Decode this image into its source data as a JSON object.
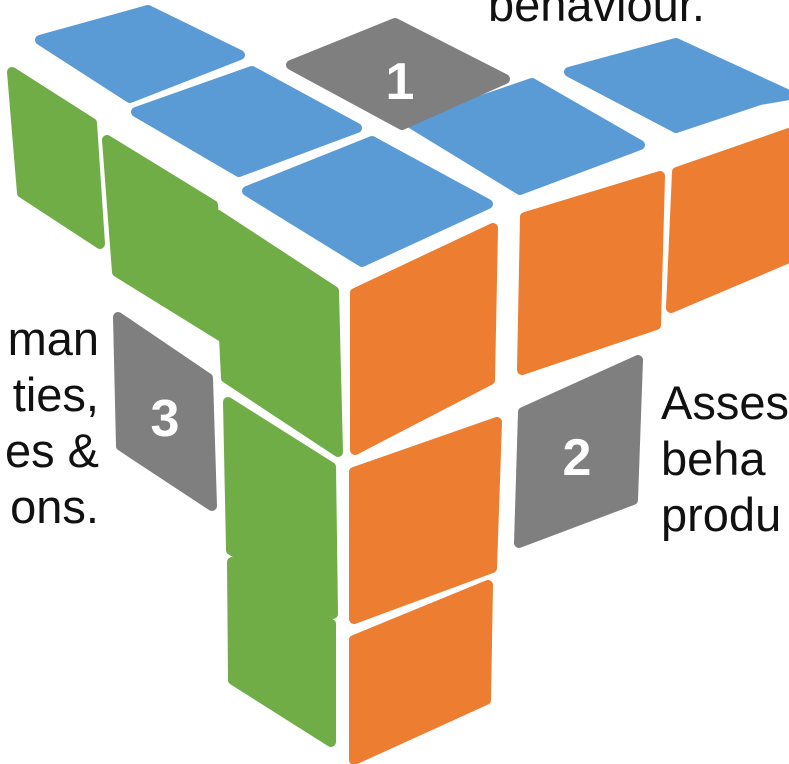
{
  "colors": {
    "top_face": "#5b9bd5",
    "left_face": "#70ad47",
    "right_face": "#ed7d31",
    "marker": "#7f7f7f",
    "marker_text": "#ffffff",
    "caption_text": "#111111"
  },
  "markers": {
    "one": "1",
    "two": "2",
    "three": "3"
  },
  "captions": {
    "top": {
      "line1": "behaviour."
    },
    "left": {
      "line1": "man",
      "line2": "ties,",
      "line3": "es &",
      "line4": "ons."
    },
    "right": {
      "line1": "Asses",
      "line2": "beha",
      "line3": "produ"
    }
  }
}
